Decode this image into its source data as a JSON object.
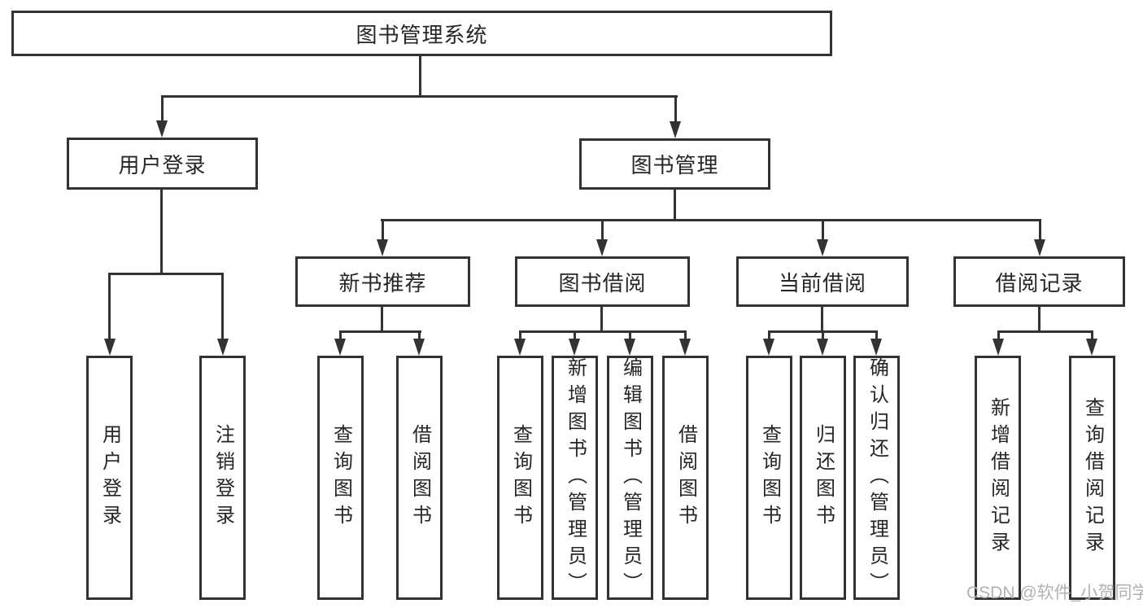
{
  "diagram": {
    "root": {
      "label": "图书管理系统"
    },
    "level2": [
      {
        "label": "用户登录"
      },
      {
        "label": "图书管理"
      }
    ],
    "level3": [
      {
        "label": "新书推荐"
      },
      {
        "label": "图书借阅"
      },
      {
        "label": "当前借阅"
      },
      {
        "label": "借阅记录"
      }
    ],
    "leaves": {
      "login": [
        "用户登录",
        "注销登录"
      ],
      "newbook": [
        "查询图书",
        "借阅图书"
      ],
      "borrow": [
        "查询图书",
        "新增图书（管理员）",
        "编辑图书（管理员）",
        "借阅图书"
      ],
      "current": [
        "查询图书",
        "归还图书",
        "确认归还（管理员）"
      ],
      "record": [
        "新增借阅记录",
        "查询借阅记录"
      ]
    }
  },
  "watermark": "CSDN @软件_小贺同学",
  "colors": {
    "line": "#333333",
    "text": "#262626",
    "watermark": "#b2b2b2",
    "background": "#ffffff"
  }
}
